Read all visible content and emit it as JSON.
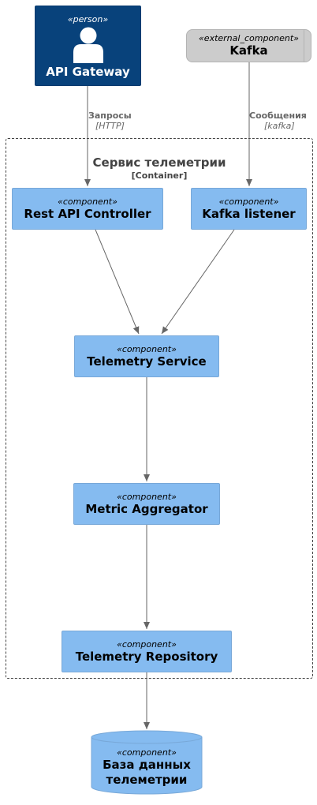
{
  "person": {
    "stereotype": "«person»",
    "name": "API Gateway",
    "icon": "person-icon"
  },
  "kafka": {
    "stereotype": "«external_component»",
    "name": "Kafka"
  },
  "boundary": {
    "name": "Сервис телеметрии",
    "type": "[Container]"
  },
  "components": {
    "rest_api": {
      "stereotype": "«component»",
      "name": "Rest API Controller"
    },
    "kafka_listener": {
      "stereotype": "«component»",
      "name": "Kafka listener"
    },
    "telemetry_service": {
      "stereotype": "«component»",
      "name": "Telemetry Service"
    },
    "metric_aggregator": {
      "stereotype": "«component»",
      "name": "Metric Aggregator"
    },
    "telemetry_repository": {
      "stereotype": "«component»",
      "name": "Telemetry Repository"
    }
  },
  "database": {
    "stereotype": "«component»",
    "name_line1": "База данных",
    "name_line2": "телеметрии"
  },
  "relations": {
    "gateway_to_rest": {
      "label": "Запросы",
      "tech": "[HTTP]"
    },
    "kafka_to_listener": {
      "label": "Сообщения",
      "tech": "[kafka]"
    }
  },
  "colors": {
    "component": "#85bbf0",
    "person": "#08427b",
    "external": "#cccccc",
    "arrow": "#666666"
  }
}
